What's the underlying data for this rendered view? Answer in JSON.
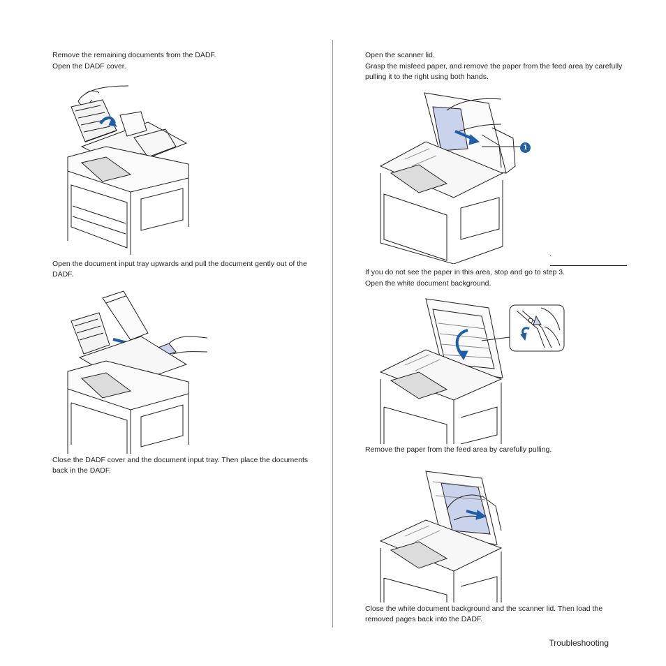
{
  "left": {
    "step_remove": "Remove the remaining documents from the DADF.",
    "step_open_cover": "Open the DADF cover.",
    "step_open_tray": "Open the document input tray upwards and pull the document gently out of the DADF.",
    "step_close": "Close the DADF cover and the document input tray. Then place the documents back in the DADF."
  },
  "right": {
    "step_open_lid": "Open the scanner lid.",
    "step_grasp": "Grasp the misfeed paper, and remove the paper from the feed area by carefully pulling it to the right using both hands.",
    "callout_number": "1",
    "note_not_see": "If you do not see the paper in this area, stop and go to step 3.",
    "step_open_background": "Open the white document background.",
    "step_remove_feed": "Remove the paper from the feed area by carefully pulling.",
    "step_close_background": "Close the white document background and the scanner lid. Then load the removed pages back into the DADF."
  },
  "footer": {
    "section": "Troubleshooting"
  },
  "colors": {
    "accent_blue": "#1f5fa8",
    "paper_tint": "#c9d3ec",
    "line": "#231f20"
  }
}
